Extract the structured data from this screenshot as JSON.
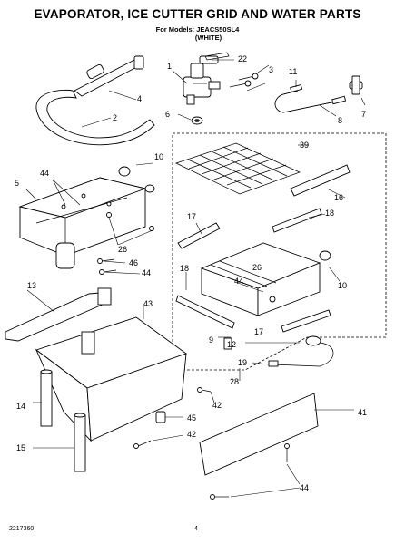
{
  "header": {
    "title": "EVAPORATOR, ICE CUTTER GRID AND WATER PARTS",
    "models_line": "For Models: JEACS50SL4",
    "color_line": "(WHITE)"
  },
  "footer": {
    "doc_number": "2217360",
    "page_number": "4"
  },
  "callouts": [
    {
      "id": "callout-1",
      "text": "1"
    },
    {
      "id": "callout-2",
      "text": "2"
    },
    {
      "id": "callout-3",
      "text": "3"
    },
    {
      "id": "callout-4",
      "text": "4"
    },
    {
      "id": "callout-5",
      "text": "5"
    },
    {
      "id": "callout-6",
      "text": "6"
    },
    {
      "id": "callout-7",
      "text": "7"
    },
    {
      "id": "callout-8",
      "text": "8"
    },
    {
      "id": "callout-9",
      "text": "9"
    },
    {
      "id": "callout-10a",
      "text": "10"
    },
    {
      "id": "callout-10b",
      "text": "10"
    },
    {
      "id": "callout-11",
      "text": "11"
    },
    {
      "id": "callout-12",
      "text": "12"
    },
    {
      "id": "callout-13",
      "text": "13"
    },
    {
      "id": "callout-14",
      "text": "14"
    },
    {
      "id": "callout-15",
      "text": "15"
    },
    {
      "id": "callout-16",
      "text": "16"
    },
    {
      "id": "callout-17a",
      "text": "17"
    },
    {
      "id": "callout-17b",
      "text": "17"
    },
    {
      "id": "callout-18a",
      "text": "18"
    },
    {
      "id": "callout-18b",
      "text": "18"
    },
    {
      "id": "callout-19",
      "text": "19"
    },
    {
      "id": "callout-22",
      "text": "22"
    },
    {
      "id": "callout-26a",
      "text": "26"
    },
    {
      "id": "callout-26b",
      "text": "26"
    },
    {
      "id": "callout-28",
      "text": "28"
    },
    {
      "id": "callout-39",
      "text": "39"
    },
    {
      "id": "callout-41",
      "text": "41"
    },
    {
      "id": "callout-42a",
      "text": "42"
    },
    {
      "id": "callout-42b",
      "text": "42"
    },
    {
      "id": "callout-43",
      "text": "43"
    },
    {
      "id": "callout-44a",
      "text": "44"
    },
    {
      "id": "callout-44b",
      "text": "44"
    },
    {
      "id": "callout-44c",
      "text": "44"
    },
    {
      "id": "callout-44d",
      "text": "44"
    },
    {
      "id": "callout-45",
      "text": "45"
    },
    {
      "id": "callout-46",
      "text": "46"
    }
  ]
}
